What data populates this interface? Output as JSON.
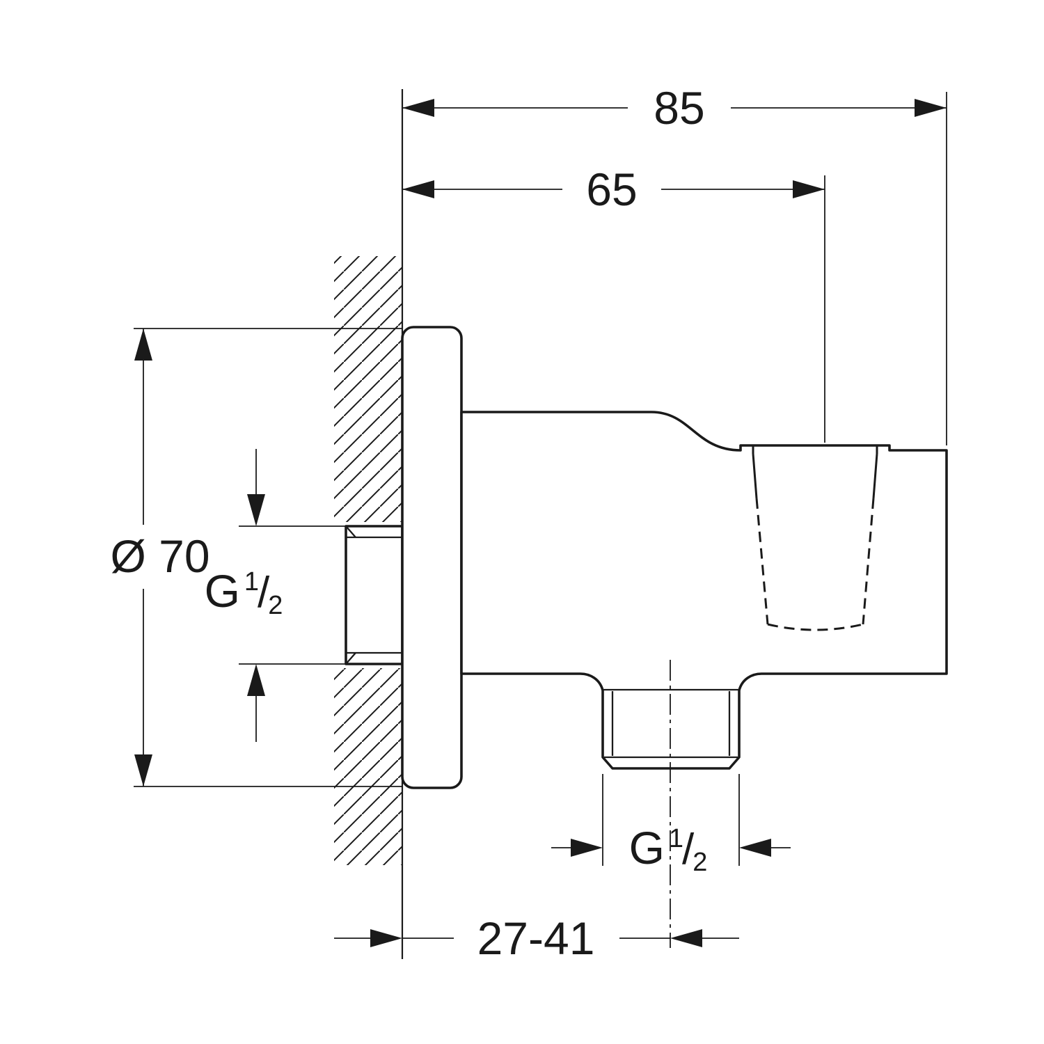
{
  "colors": {
    "background": "#ffffff",
    "line": "#1a1a1a"
  },
  "dimensions": {
    "overall_width": {
      "label": "85"
    },
    "holder_offset": {
      "label": "65"
    },
    "flange_diameter": {
      "label": "Ø 70"
    },
    "mounting_depth_range": {
      "label": "27-41"
    }
  },
  "thread_labels": {
    "wall_connection": {
      "letter": "G",
      "numerator": "1",
      "separator": "/",
      "denominator": "2"
    },
    "bottom_outlet": {
      "letter": "G",
      "numerator": "1",
      "separator": "/",
      "denominator": "2"
    }
  }
}
